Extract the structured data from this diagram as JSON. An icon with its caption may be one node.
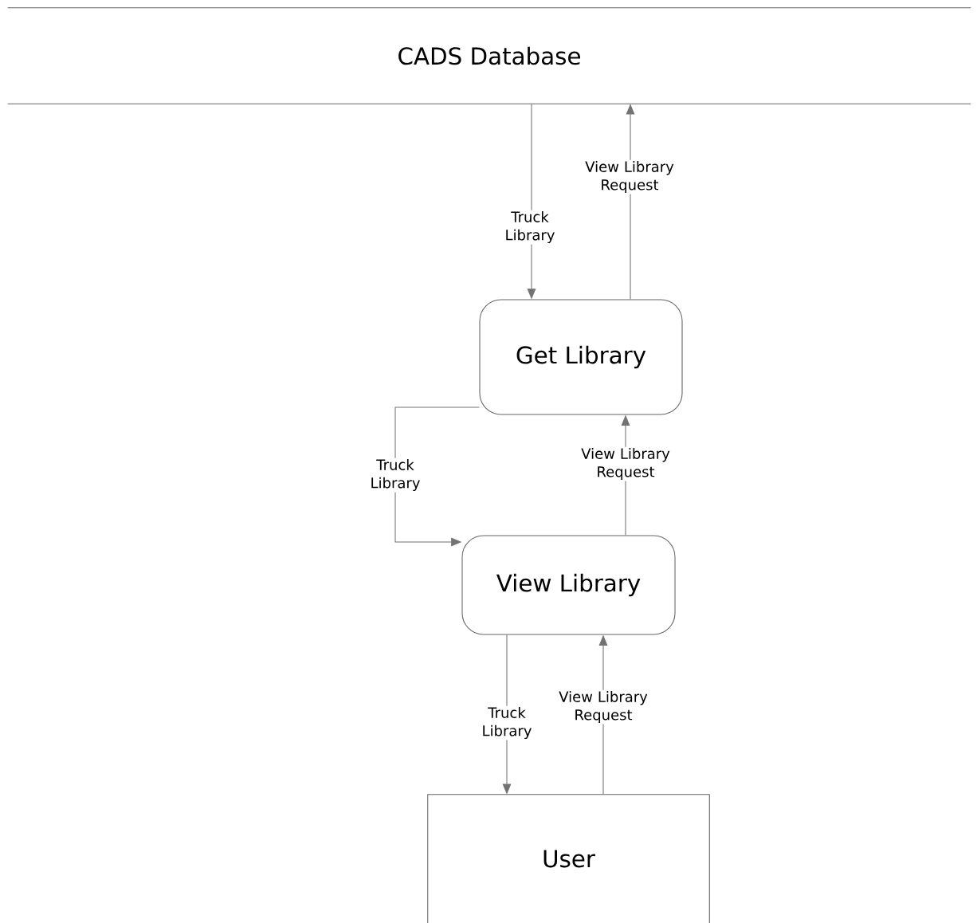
{
  "diagram": {
    "nodes": [
      {
        "text": [
          "CADS Database"
        ]
      },
      {
        "text": [
          "Get Library"
        ]
      },
      {
        "text": [
          "View Library"
        ]
      },
      {
        "text": [
          "User"
        ]
      }
    ],
    "edges": [
      {
        "from": 0,
        "to": 1,
        "arrow": "to",
        "label": "Truck Library"
      },
      {
        "from": 1,
        "to": 0,
        "arrow": "to",
        "label": "View Library Request"
      },
      {
        "from": 1,
        "to": 2,
        "arrow": "to",
        "label": "Truck Library"
      },
      {
        "from": 2,
        "to": 1,
        "arrow": "to",
        "label": "View Library Request"
      },
      {
        "from": 2,
        "to": 3,
        "arrow": "to",
        "label": "Truck Library"
      },
      {
        "from": 3,
        "to": 2,
        "arrow": "to",
        "label": "View Library Request"
      }
    ]
  }
}
